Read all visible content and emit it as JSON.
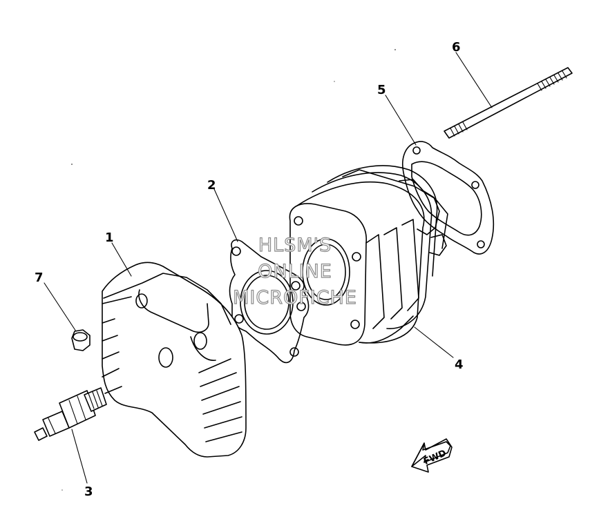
{
  "callouts": [
    {
      "id": "1",
      "label": "1"
    },
    {
      "id": "2",
      "label": "2"
    },
    {
      "id": "3",
      "label": "3"
    },
    {
      "id": "4",
      "label": "4"
    },
    {
      "id": "5",
      "label": "5"
    },
    {
      "id": "6",
      "label": "6"
    },
    {
      "id": "7",
      "label": "7"
    }
  ],
  "watermark": {
    "line1": "HLSM'S",
    "line2": "ONLINE",
    "line3": "MICROFICHE"
  },
  "direction_arrow": {
    "label": "FWD"
  }
}
